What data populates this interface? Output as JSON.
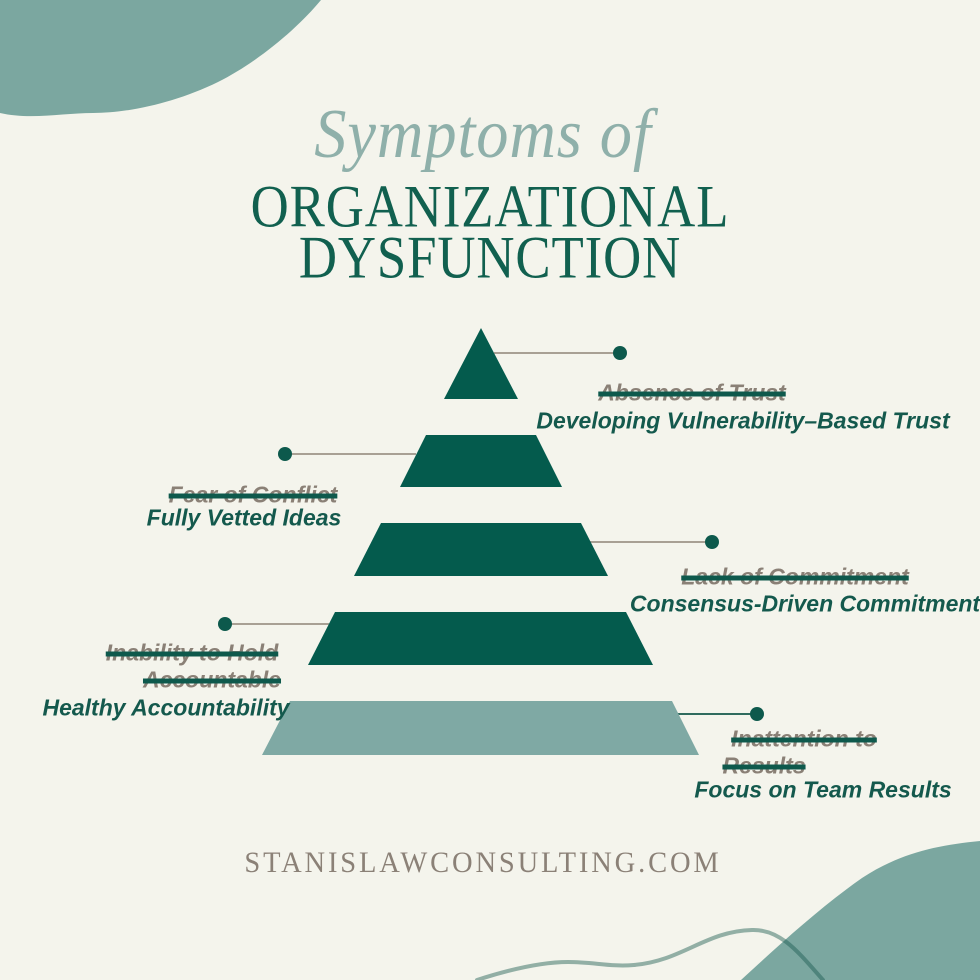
{
  "colors": {
    "background": "#F4F4EC",
    "blob": "#7BA7A0",
    "pyramid_dark": "#045B4D",
    "pyramid_light": "#7FA9A4",
    "title_accent": "#8FB0AA",
    "title_main": "#11604F",
    "struck_text": "#8A8076",
    "replacement_text": "#14594D",
    "strike_line": "#0E594C",
    "leader_gray": "#A8A094",
    "leader_teal": "#2F6B5E",
    "dot": "#0D594C",
    "footer_text": "#8B8177"
  },
  "header": {
    "eyebrow": "Symptoms of",
    "title_line1": "ORGANIZATIONAL",
    "title_line2": "DYSFUNCTION"
  },
  "pyramid": {
    "type": "five-level-pyramid",
    "levels": [
      {
        "level": 1,
        "position": "top",
        "color": "dark",
        "side": "right",
        "struck_lines": [
          "Absence of Trust"
        ],
        "replacement": "Developing Vulnerability–Based Trust"
      },
      {
        "level": 2,
        "position": "upper-middle",
        "color": "dark",
        "side": "left",
        "struck_lines": [
          "Fear of Conflict"
        ],
        "replacement": "Fully Vetted Ideas"
      },
      {
        "level": 3,
        "position": "middle",
        "color": "dark",
        "side": "right",
        "struck_lines": [
          "Lack of Commitment"
        ],
        "replacement": "Consensus-Driven Commitment"
      },
      {
        "level": 4,
        "position": "lower-middle",
        "color": "dark",
        "side": "left",
        "struck_lines": [
          "Inability to Hold",
          "Accountable"
        ],
        "replacement": "Healthy Accountability"
      },
      {
        "level": 5,
        "position": "base",
        "color": "light",
        "side": "right",
        "struck_lines": [
          "Inattention to",
          "Results"
        ],
        "replacement": "Focus on Team Results"
      }
    ]
  },
  "footer": {
    "website": "STANISLAWCONSULTING.COM"
  }
}
